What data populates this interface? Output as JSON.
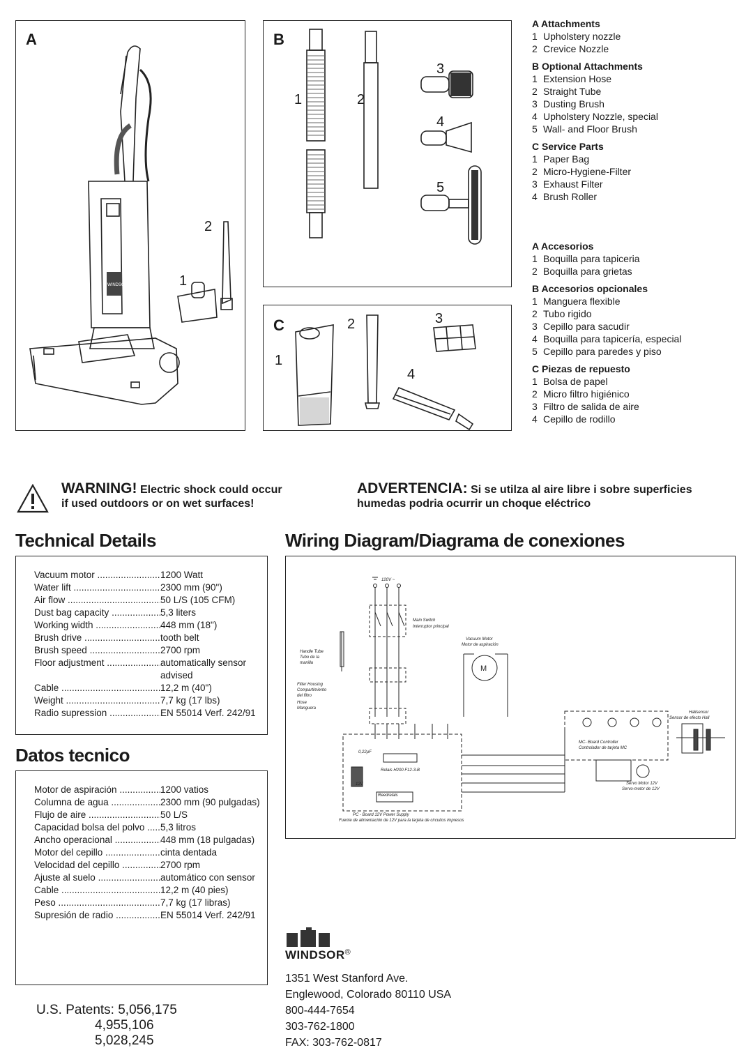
{
  "panels": {
    "a": {
      "letter": "A",
      "nums": [
        "2",
        "1"
      ]
    },
    "b": {
      "letter": "B",
      "nums": [
        "1",
        "2",
        "3",
        "4",
        "5"
      ]
    },
    "c": {
      "letter": "C",
      "nums": [
        "1",
        "2",
        "3",
        "4"
      ]
    }
  },
  "legend_en": [
    {
      "title": "A Attachments",
      "items": [
        {
          "n": "1",
          "t": "Upholstery nozzle"
        },
        {
          "n": "2",
          "t": "Crevice Nozzle"
        }
      ]
    },
    {
      "title": "B Optional Attachments",
      "items": [
        {
          "n": "1",
          "t": "Extension Hose"
        },
        {
          "n": "2",
          "t": "Straight Tube"
        },
        {
          "n": "3",
          "t": "Dusting Brush"
        },
        {
          "n": "4",
          "t": "Upholstery Nozzle, special"
        },
        {
          "n": "5",
          "t": "Wall- and Floor Brush"
        }
      ]
    },
    {
      "title": "C Service Parts",
      "items": [
        {
          "n": "1",
          "t": "Paper Bag"
        },
        {
          "n": "2",
          "t": "Micro-Hygiene-Filter"
        },
        {
          "n": "3",
          "t": "Exhaust Filter"
        },
        {
          "n": "4",
          "t": "Brush Roller"
        }
      ]
    }
  ],
  "legend_es": [
    {
      "title": "A Accesorios",
      "items": [
        {
          "n": "1",
          "t": "Boquilla para tapiceria"
        },
        {
          "n": "2",
          "t": "Boquilla para grietas"
        }
      ]
    },
    {
      "title": "B Accesorios opcionales",
      "items": [
        {
          "n": "1",
          "t": "Manguera flexible"
        },
        {
          "n": "2",
          "t": "Tubo rigido"
        },
        {
          "n": "3",
          "t": "Cepillo para sacudir"
        },
        {
          "n": "4",
          "t": "Boquilla para tapicería, especial"
        },
        {
          "n": "5",
          "t": "Cepillo para paredes y piso"
        }
      ]
    },
    {
      "title": "C Piezas de repuesto",
      "items": [
        {
          "n": "1",
          "t": "Bolsa de papel"
        },
        {
          "n": "2",
          "t": "Micro filtro higiénico"
        },
        {
          "n": "3",
          "t": "Filtro de salida de aire"
        },
        {
          "n": "4",
          "t": "Cepillo de rodillo"
        }
      ]
    }
  ],
  "warning": {
    "big": "WARNING!",
    "line1": " Electric shock could occur",
    "line2": "if used outdoors or on wet surfaces!"
  },
  "advertencia": {
    "big": "ADVERTENCIA:",
    "line1": " Si se utilza al aire libre i sobre superficies",
    "line2": "humedas podria ocurrir un choque eléctrico"
  },
  "tech": {
    "title": "Technical Details",
    "rows": [
      {
        "label": "Vacuum motor",
        "value": "1200 Watt"
      },
      {
        "label": "Water lift",
        "value": "2300 mm (90\")"
      },
      {
        "label": "Air flow",
        "value": "50 L/S (105 CFM)"
      },
      {
        "label": "Dust bag capacity",
        "value": "5,3 liters"
      },
      {
        "label": "Working width",
        "value": "448 mm (18\")"
      },
      {
        "label": "Brush drive",
        "value": "tooth belt"
      },
      {
        "label": "Brush speed",
        "value": "2700 rpm"
      },
      {
        "label": "Floor adjustment",
        "value": "automatically sensor advised"
      },
      {
        "label": "Cable",
        "value": "12,2 m (40\")"
      },
      {
        "label": "Weight",
        "value": "7,7 kg (17 lbs)"
      },
      {
        "label": "Radio supression",
        "value": "EN 55014 Verf. 242/91"
      }
    ]
  },
  "datos": {
    "title": "Datos tecnico",
    "rows": [
      {
        "label": "Motor de aspiración",
        "value": "1200 vatios"
      },
      {
        "label": "Columna de agua",
        "value": "2300 mm (90 pulgadas)"
      },
      {
        "label": "Flujo de aire",
        "value": "50 L/S"
      },
      {
        "label": "Capacidad bolsa del polvo",
        "value": "5,3 litros"
      },
      {
        "label": "Ancho operacional",
        "value": "448 mm (18 pulgadas)"
      },
      {
        "label": "Motor del cepillo",
        "value": "cinta dentada"
      },
      {
        "label": "Velocidad del cepillo",
        "value": "2700 rpm"
      },
      {
        "label": "Ajuste al suelo",
        "value": "automático con sensor"
      },
      {
        "label": "Cable",
        "value": "12,2 m (40 pies)"
      },
      {
        "label": "Peso",
        "value": "7,7 kg (17 libras)"
      },
      {
        "label": "Supresión de radio",
        "value": "EN 55014 Verf. 242/91"
      }
    ]
  },
  "wiring": {
    "title": "Wiring Diagram/Diagrama de conexiones",
    "labels": {
      "voltage": "120V ~",
      "main_switch": "Main Switch",
      "main_switch_es": "Interruptor principal",
      "vacuum_motor": "Vacuum Motor",
      "vacuum_motor_es": "Motor de aspiración",
      "handle_tube": "Handle Tube",
      "handle_tube_es1": "Tubo de la",
      "handle_tube_es2": "manilla",
      "filter_housing": "Filter Housing",
      "filter_housing_es1": "Compartimiento",
      "filter_housing_es2": "del filtro",
      "hose": "Hose",
      "hose_es": "Manguera",
      "motor_symbol": "M",
      "mc_board": "MC- Board Controller",
      "mc_board_es": "Controlador de tarjeta MC",
      "hallsensor": "Hallsensor",
      "hallsensor_es": "Sensor de efecto Hall",
      "servo_motor": "Servo Motor 12V",
      "servo_motor_es": "Servo-motor de 12V",
      "relais": "Relais H200 F12-3-B",
      "reedrelais": "Reedrelais",
      "cap": "0,22µF",
      "v12": "12V",
      "pc_board": "PC - Board  12V Power Supply",
      "pc_board_es": "Fuente de alimentación de 12V para la tarjeta de circuitos impresos"
    }
  },
  "brand": {
    "name": "WINDSOR",
    "reg": "®",
    "address": [
      "1351 West Stanford Ave.",
      "Englewood, Colorado 80110 USA",
      "800-444-7654",
      "303-762-1800",
      "FAX: 303-762-0817"
    ]
  },
  "patents": {
    "label": "U.S. Patents:",
    "numbers": [
      "5,056,175",
      "4,955,106",
      "5,028,245"
    ]
  }
}
